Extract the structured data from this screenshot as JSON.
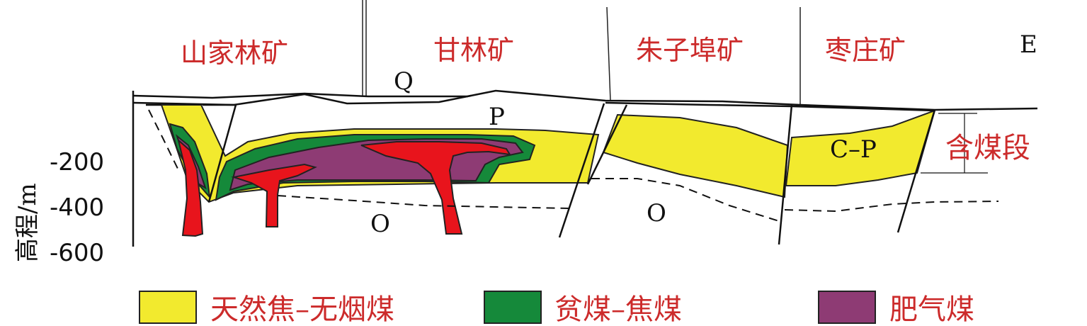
{
  "mines": {
    "shanjialin": "山家林矿",
    "ganlin": "甘林矿",
    "zhuzibu": "朱子埠矿",
    "zaozhuang": "枣庄矿"
  },
  "strata": {
    "E": "E",
    "Q": "Q",
    "P": "P",
    "CP": "C–P",
    "O_left": "O",
    "O_right": "O"
  },
  "coal_section_label": "含煤段",
  "y_axis": {
    "label": "高程/m",
    "ticks": [
      "-200",
      "-400",
      "-600"
    ]
  },
  "legend": [
    {
      "label": "天然焦–无烟煤",
      "color": "#f2ea2e"
    },
    {
      "label": "贫煤–焦煤",
      "color": "#15893a"
    },
    {
      "label": "肥气煤",
      "color": "#8e3b74"
    }
  ],
  "colors": {
    "anthracite": "#f2ea2e",
    "lean_coking": "#15893a",
    "fat_gas": "#8e3b74",
    "intrusion": "#e8141c",
    "mine_label": "#cc2b2b"
  }
}
